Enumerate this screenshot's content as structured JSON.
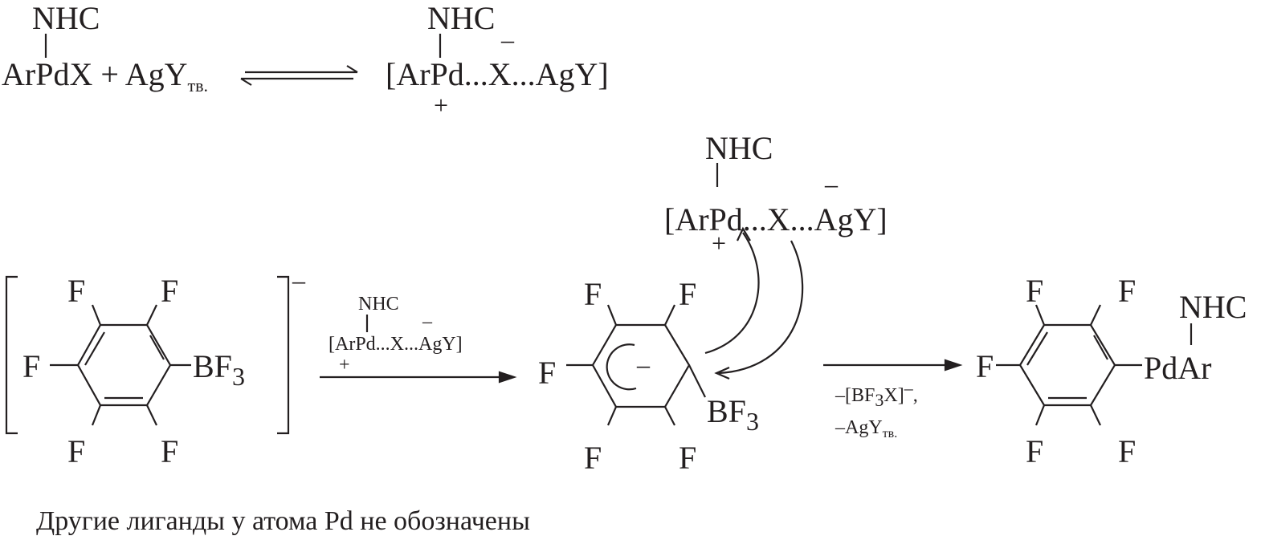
{
  "equilibrium": {
    "left_ligand": "NHC",
    "left_formula": "ArPdX + AgY",
    "left_subscript": "тв.",
    "right_ligand": "NHC",
    "right_complex": "[ArPd...X...AgY]",
    "plus_charge": "+",
    "minus_charge": "–"
  },
  "activated_complex": {
    "ligand": "NHC",
    "formula": "[ArPd...X...AgY]",
    "plus_charge": "+",
    "minus_charge": "–"
  },
  "borate": {
    "substituents": [
      "F",
      "F",
      "F",
      "F",
      "F"
    ],
    "group": "BF",
    "group_subscript": "3",
    "charge": "–"
  },
  "arrow1": {
    "ligand": "NHC",
    "reagent": "[ArPd...X...AgY]",
    "plus_charge": "+",
    "minus_charge": "–"
  },
  "intermediate": {
    "substituents": [
      "F",
      "F",
      "F",
      "F",
      "F"
    ],
    "group": "BF",
    "group_subscript": "3",
    "ring_charge": "–"
  },
  "arrow2": {
    "line1": "–[BF",
    "line1_sub": "3",
    "line1_end": "X]",
    "line1_sup": "–",
    "line1_comma": ",",
    "line2": "–AgY",
    "line2_sub": "тв."
  },
  "product": {
    "substituents": [
      "F",
      "F",
      "F",
      "F",
      "F"
    ],
    "group": "PdAr",
    "ligand": "NHC"
  },
  "caption": "Другие лиганды у атома Pd не обозначены"
}
